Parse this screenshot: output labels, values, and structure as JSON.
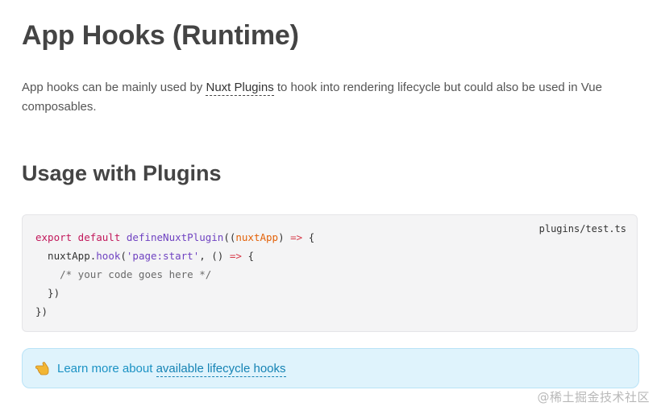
{
  "heading": "App Hooks (Runtime)",
  "intro": {
    "before": "App hooks can be mainly used by ",
    "link": "Nuxt Plugins",
    "after": " to hook into rendering lifecycle but could also be used in Vue composables."
  },
  "subheading": "Usage with Plugins",
  "code_block": {
    "filename": "plugins/test.ts",
    "lines": [
      [
        {
          "t": "kw",
          "v": "export default "
        },
        {
          "t": "fn",
          "v": "defineNuxtPlugin"
        },
        {
          "t": "plain",
          "v": "(("
        },
        {
          "t": "param",
          "v": "nuxtApp"
        },
        {
          "t": "plain",
          "v": ") "
        },
        {
          "t": "arrow",
          "v": "=>"
        },
        {
          "t": "plain",
          "v": " {"
        }
      ],
      [
        {
          "t": "plain",
          "v": "  nuxtApp."
        },
        {
          "t": "fn",
          "v": "hook"
        },
        {
          "t": "plain",
          "v": "("
        },
        {
          "t": "str",
          "v": "'page:start'"
        },
        {
          "t": "plain",
          "v": ", () "
        },
        {
          "t": "arrow",
          "v": "=>"
        },
        {
          "t": "plain",
          "v": " {"
        }
      ],
      [
        {
          "t": "cmt",
          "v": "    /* your code goes here */"
        }
      ],
      [
        {
          "t": "plain",
          "v": "  })"
        }
      ],
      [
        {
          "t": "plain",
          "v": "})"
        }
      ]
    ]
  },
  "callout": {
    "icon": "pointing-hand-icon",
    "text": "Learn more about ",
    "link": "available lifecycle hooks"
  },
  "watermark": "@稀土掘金技术社区",
  "colors": {
    "keyword": "#c2185b",
    "function": "#6f42c1",
    "param": "#e36209",
    "arrow": "#d73a49",
    "callout_bg": "#dff3fc",
    "callout_text": "#1b92c4"
  }
}
